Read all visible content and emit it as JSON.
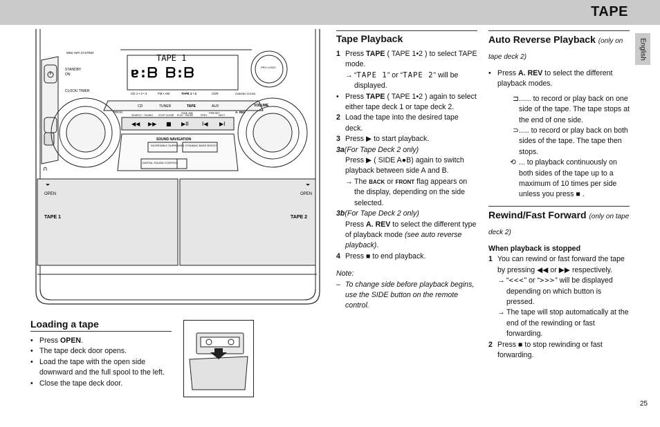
{
  "header": {
    "title": "TAPE",
    "language_tab": "English"
  },
  "page_number": "25",
  "device": {
    "system_label": "MINI HIFI SYSTEM",
    "standby": "STANDBY",
    "on": "ON",
    "clock_timer": "CLOCK/\nTIMER",
    "lcd_text": "TAPE 1",
    "pro_logic": "PRO LOGIC",
    "row_labels": {
      "cd": "CD 1 • 2 • 3",
      "fm": "FM • AM",
      "tape": "TAPE 1 • 2",
      "cdr": "CDR",
      "dbb": "DUBBING SOUND"
    },
    "source_buttons": [
      "CD",
      "TUNER",
      "TAPE",
      "AUX"
    ],
    "prog": "PROG",
    "arev": "A. REV",
    "side_ab": "SIDE A/B",
    "preset": "PRESET",
    "volume": "VOLUME",
    "sub_labels": [
      "SEARCH · TUNING",
      "STOP·CLEAR",
      "PLAY · PAUSE",
      "PREV",
      "NEXT"
    ],
    "sound_navigation": "SOUND NAVIGATION",
    "incredible_surround": "INCREDIBLE\nSURROUND",
    "dynamic_bass_boost": "DYNAMIC BASS\nBOOST",
    "digital_sound_control": "DIGITAL\nSOUND CONTROL",
    "deck1_open": "OPEN",
    "deck1_label": "TAPE 1",
    "deck2_open": "OPEN",
    "deck2_label": "TAPE 2"
  },
  "loading": {
    "heading": "Loading a tape",
    "items": [
      {
        "pre": "Press ",
        "bold": "OPEN",
        "post": "."
      },
      {
        "pre": "The tape deck door opens.",
        "bold": "",
        "post": ""
      },
      {
        "pre": "Load the tape with the open side downward and the full spool to the left.",
        "bold": "",
        "post": ""
      },
      {
        "pre": "Close the tape deck door.",
        "bold": "",
        "post": ""
      }
    ]
  },
  "playback": {
    "heading": "Tape Playback",
    "s1_num": "1",
    "s1_a": "Press ",
    "s1_b": "TAPE",
    "s1_c": " ( TAPE 1•2 ) to select TAPE mode.",
    "s1_arrow_a": "“",
    "s1_lcd1": "TAPE 1",
    "s1_arrow_b": "” or “",
    "s1_lcd2": "TAPE 2",
    "s1_arrow_c": "” will be displayed.",
    "s1_bullet_a": "Press ",
    "s1_bullet_b": "TAPE",
    "s1_bullet_c": " ( TAPE 1•2 ) again to select either tape deck 1 or tape deck 2.",
    "s2_num": "2",
    "s2": "Load the tape into the desired tape deck.",
    "s3_num": "3",
    "s3_a": "Press ",
    "s3_b": " to start playback.",
    "s3a_label": "3a",
    "s3a_note": "(For Tape Deck 2 only)",
    "s3a_a": "Press ",
    "s3a_b": " ( SIDE A●B) again to switch playback between side A and B.",
    "s3a_arrow_a": "The ",
    "s3a_back": "BACK",
    "s3a_or": " or ",
    "s3a_front": "FRONT",
    "s3a_arrow_b": " flag appears on the display, depending on the side selected.",
    "s3b_label": "3b",
    "s3b_note": "(For Tape Deck 2 only)",
    "s3b_a": "Press ",
    "s3b_b": "A. REV",
    "s3b_c": " to select the different type of playback mode ",
    "s3b_d": "(see auto reverse playback)",
    "s3b_e": ".",
    "s4_num": "4",
    "s4_a": "Press ",
    "s4_b": " to end playback.",
    "note_label": "Note:",
    "note_dash": "–",
    "note_text": "To change side before playback begins, use the SIDE button on the remote control."
  },
  "auto_reverse": {
    "heading": "Auto Reverse Playback",
    "note": "(only on tape deck 2)",
    "b_a": "Press ",
    "b_b": "A. REV",
    "b_c": " to select the different playback modes.",
    "mode1": "...... to record or play back on one side of the tape. The tape stops at the end of one side.",
    "mode2": "..... to record or play back on both sides of the tape. The tape then stops.",
    "mode3_a": "... to playback continuously on both sides of the tape up to a maximum of 10 times per side unless you press ",
    "mode3_b": " ."
  },
  "rewind": {
    "heading": "Rewind/Fast Forward",
    "note": "(only on tape deck 2)",
    "sub": "When playback is stopped",
    "s1_num": "1",
    "s1_a": "You can rewind or fast forward the tape by pressing ",
    "s1_b": " or ",
    "s1_c": " respectively.",
    "arrow1_a": "“",
    "arrow1_lcd1": "<<<",
    "arrow1_b": "” or “",
    "arrow1_lcd2": ">>>",
    "arrow1_c": "” will be displayed depending on which button is pressed.",
    "arrow2": "The tape will stop automatically at the end of the rewinding or fast forwarding.",
    "s2_num": "2",
    "s2_a": "Press ",
    "s2_b": " to stop rewinding or fast forwarding."
  },
  "icons": [
    "play-icon",
    "stop-icon",
    "rewind-icon",
    "fast-forward-icon",
    "arrow-icon",
    "one-side-mode-icon",
    "both-sides-mode-icon",
    "continuous-mode-icon"
  ]
}
